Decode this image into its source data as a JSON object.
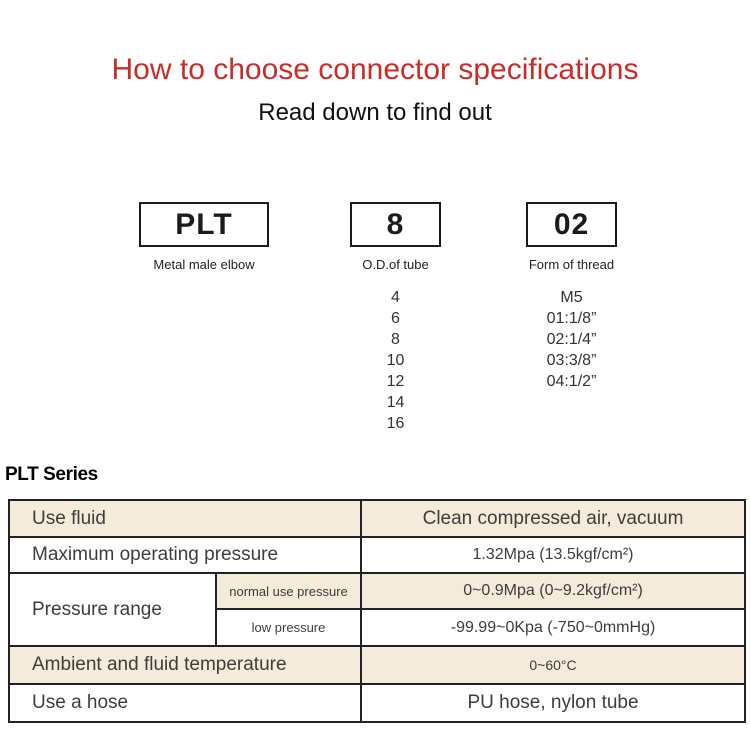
{
  "header": {
    "title": "How to choose connector specifications",
    "title_color": "#ca2c28",
    "subtitle": "Read down to find out"
  },
  "builder": {
    "columns": [
      {
        "code": "PLT",
        "label": "Metal male elbow",
        "options": []
      },
      {
        "code": "8",
        "label": "O.D.of tube",
        "options": [
          "4",
          "6",
          "8",
          "10",
          "12",
          "14",
          "16"
        ]
      },
      {
        "code": "02",
        "label": "Form of thread",
        "options": [
          "M5",
          "01:1/8”",
          "02:1/4”",
          "03:3/8”",
          "04:1/2”"
        ]
      }
    ]
  },
  "series": {
    "heading": "PLT Series"
  },
  "table": {
    "accent_bg": "#f4ebdb",
    "use_fluid": {
      "label": "Use fluid",
      "value": "Clean compressed air, vacuum"
    },
    "max_pressure": {
      "label": "Maximum operating pressure",
      "value": "1.32Mpa (13.5kgf/cm²)"
    },
    "pressure_range": {
      "label": "Pressure range",
      "normal": {
        "label": "normal use pressure",
        "value": "0~0.9Mpa (0~9.2kgf/cm²)"
      },
      "low": {
        "label": "low pressure",
        "value": "-99.99~0Kpa (-750~0mmHg)"
      }
    },
    "temperature": {
      "label": "Ambient and fluid temperature",
      "value": "0~60°C"
    },
    "hose": {
      "label": "Use a hose",
      "value": "PU hose, nylon tube"
    }
  }
}
